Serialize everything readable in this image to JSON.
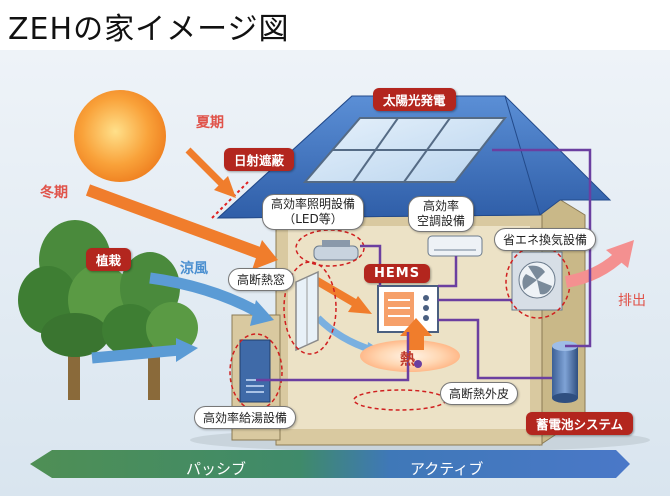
{
  "title": "ZEHの家イメージ図",
  "labels": {
    "solar_power": "太陽光発電",
    "summer": "夏期",
    "winter": "冬期",
    "sun_shading": "日射遮蔽",
    "lighting_line1": "高効率照明設備",
    "lighting_line2": "（LED等）",
    "ac_line1": "高効率",
    "ac_line2": "空調設備",
    "ventilation": "省エネ換気設備",
    "planting": "植栽",
    "cool_breeze": "涼風",
    "insulated_window": "高断熱窓",
    "hems": "HEMS",
    "exhaust": "排出",
    "heat": "熱",
    "insulated_walls": "高断熱外皮",
    "water_heater": "高効率給湯設備",
    "battery": "蓄電池システム"
  },
  "band": {
    "passive": "パッシブ",
    "active": "アクティブ"
  },
  "colors": {
    "roof": "#3d6fbf",
    "wall": "#d9c9a0",
    "interior": "#e9dfc4",
    "accent_red": "#b3261e",
    "arrow_orange": "#f07d2c",
    "arrow_blue": "#5b9bd5",
    "purple_line": "#6b3fa0",
    "band_green": "#4f8f55",
    "band_blue": "#4a78c8"
  }
}
